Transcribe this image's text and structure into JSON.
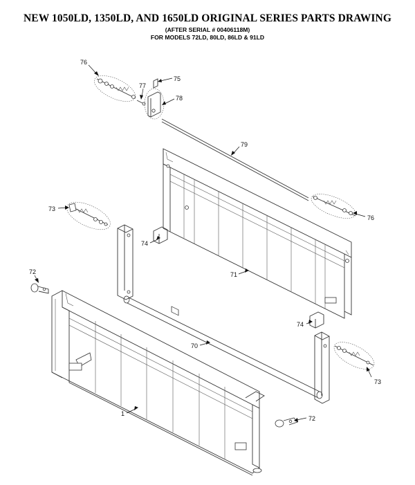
{
  "header": {
    "title": "NEW 1050LD, 1350LD, AND 1650LD ORIGINAL SERIES PARTS DRAWING",
    "subtitle1": "(AFTER SERIAL # 00406118M)",
    "subtitle2": "FOR MODELS  72LD, 80LD, 86LD & 91LD"
  },
  "callouts": {
    "c76a": "76",
    "c75": "75",
    "c77": "77",
    "c78": "78",
    "c79": "79",
    "c76b": "76",
    "c73a": "73",
    "c74a": "74",
    "c71": "71",
    "c72a": "72",
    "c74b": "74",
    "c70": "70",
    "c73b": "73",
    "c1": "1",
    "c72b": "72"
  }
}
